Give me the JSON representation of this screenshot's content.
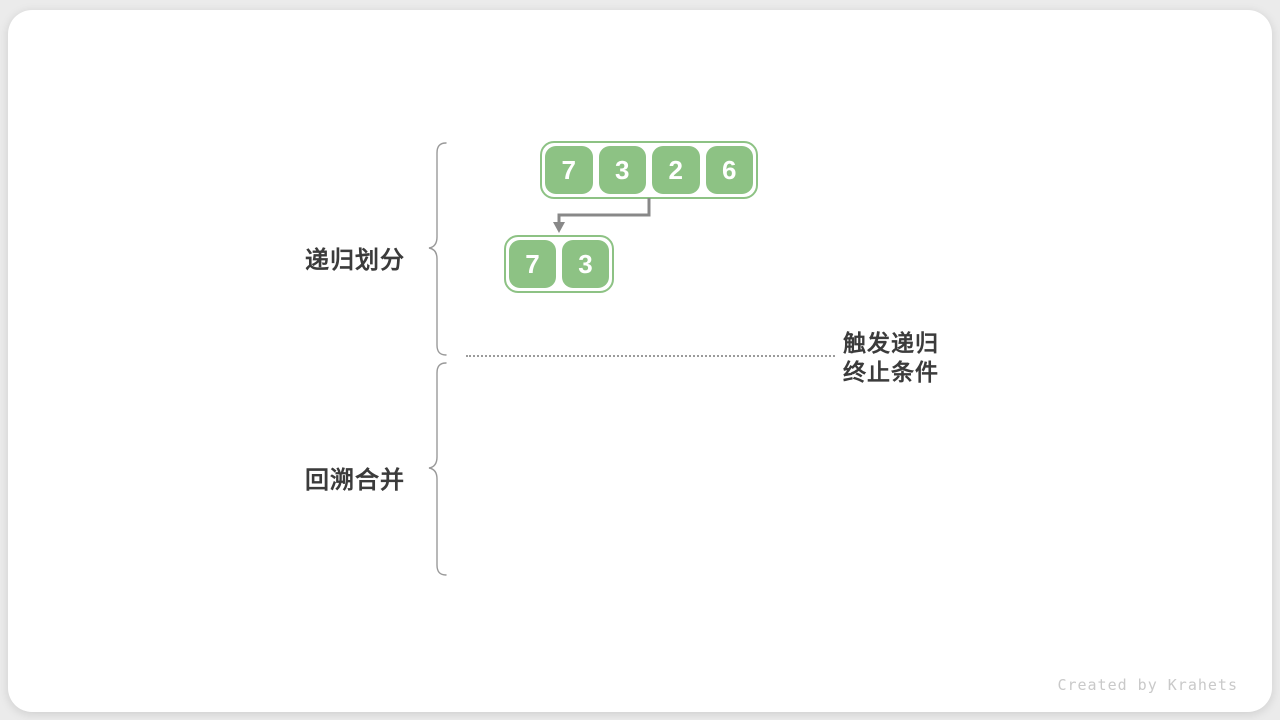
{
  "diagram": {
    "phase_labels": [
      {
        "label": "递归划分"
      },
      {
        "label": "回溯合并"
      }
    ],
    "annotation": {
      "line1": "触发递归",
      "line2": "终止条件"
    },
    "arrays": {
      "level1": {
        "values": [
          "7",
          "3",
          "2",
          "6"
        ]
      },
      "level2": {
        "values": [
          "7",
          "3"
        ]
      }
    },
    "colors": {
      "cell_green": "#8dc284",
      "arrow_gray": "#888888",
      "label_text": "#3b3b3b",
      "brace_gray": "#999999",
      "dotted_line": "#9b9b9b",
      "watermark": "#c9c9c9",
      "card_background": "#ffffff",
      "page_background": "#ebebeb"
    }
  },
  "page": {
    "watermark": "Created by Krahets"
  }
}
